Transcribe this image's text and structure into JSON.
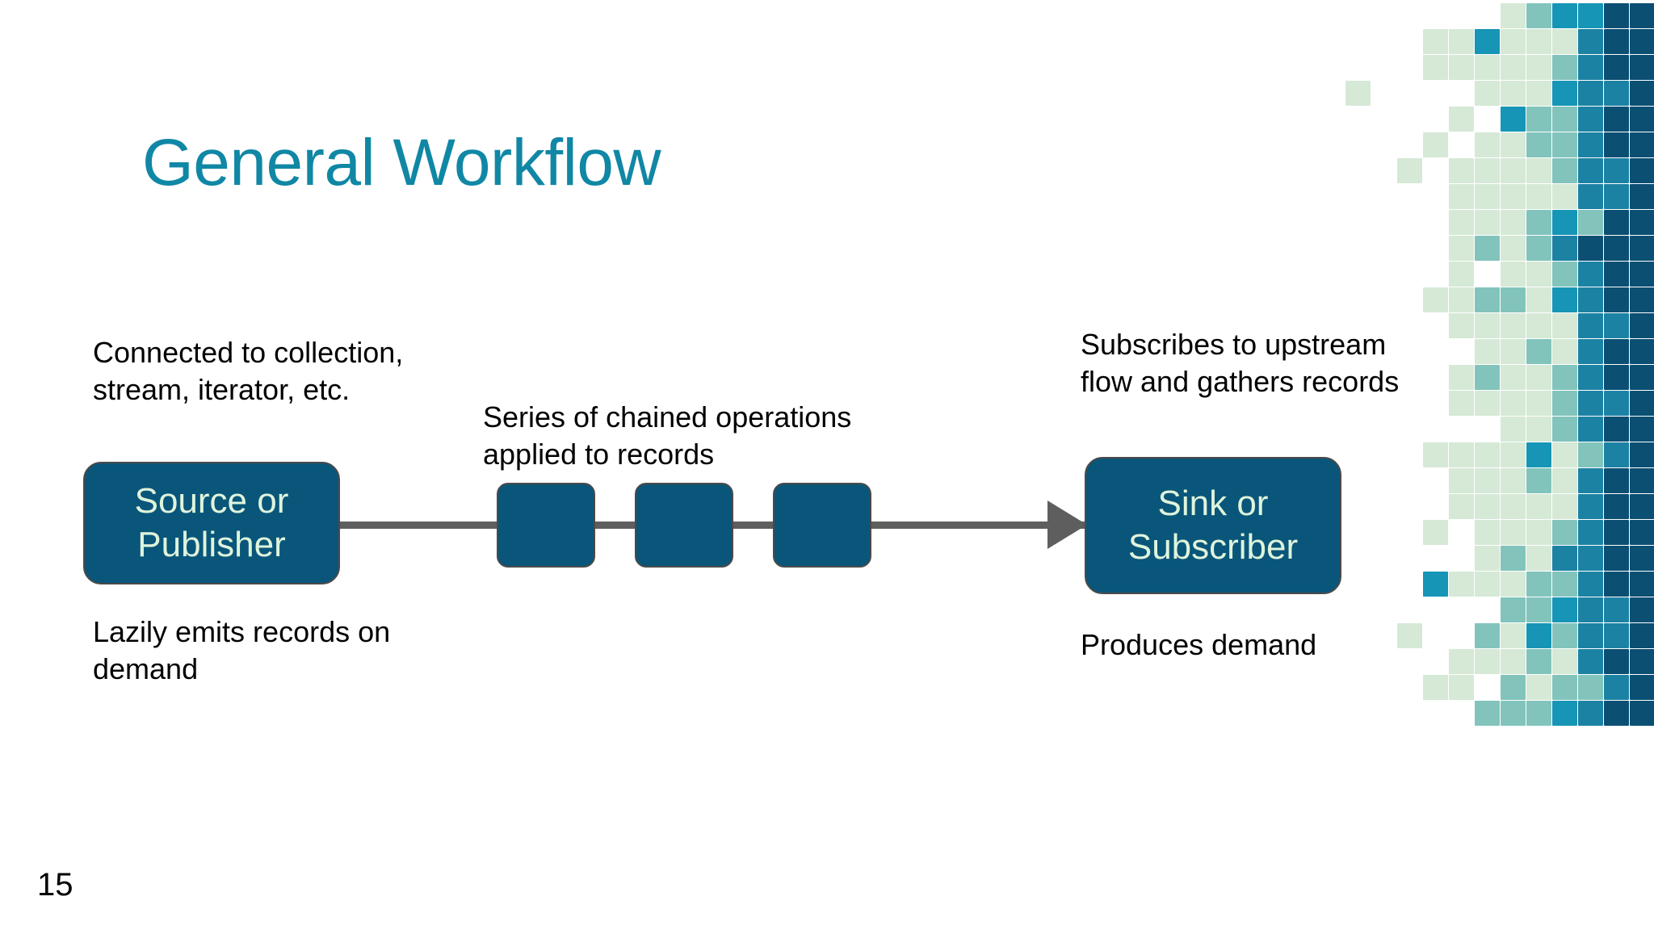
{
  "slide": {
    "title": "General Workflow",
    "number": "15",
    "background_color": "#FFFFFF",
    "title_color": "#1087A5"
  },
  "diagram": {
    "source_node": {
      "label": "Source or Publisher",
      "caption_above": "Connected to collection, stream, iterator, etc.",
      "caption_below": "Lazily emits records on demand",
      "fill_color": "#09567A",
      "text_color": "#DFF4DC"
    },
    "operations": {
      "caption": "Series of chained operations applied to records",
      "box_count": 3,
      "fill_color": "#09567A"
    },
    "sink_node": {
      "label": "Sink or Subscriber",
      "caption_above": "Subscribes to upstream flow and gathers records",
      "caption_below": "Produces demand",
      "fill_color": "#09567A",
      "text_color": "#DFF4DC"
    },
    "connector": {
      "color": "#5E5E5E",
      "direction": "left-to-right",
      "arrowhead": "right-triangle"
    }
  },
  "decoration": {
    "name": "mosaic-grid",
    "cell_size": 32,
    "palette": {
      "mint": "#D5E9D6",
      "mint_light": "#DDEEDC",
      "sea_green": "#82C4BC",
      "teal_bright": "#1695B6",
      "teal_mid": "#1C82A4",
      "teal_deep": "#12769B",
      "navy": "#0B4F73",
      "navy_dark": "#084868"
    },
    "grid": [
      [
        0,
        0,
        0,
        0,
        0,
        0,
        0,
        1,
        3,
        4,
        4,
        6,
        6
      ],
      [
        0,
        0,
        0,
        0,
        0,
        1,
        1,
        4,
        1,
        1,
        1,
        5,
        6,
        6
      ],
      [
        0,
        0,
        0,
        0,
        0,
        0,
        1,
        1,
        1,
        1,
        1,
        3,
        5,
        6,
        6
      ],
      [
        0,
        0,
        1,
        0,
        0,
        0,
        0,
        1,
        1,
        1,
        4,
        5,
        5,
        6
      ],
      [
        0,
        0,
        0,
        0,
        0,
        1,
        0,
        4,
        3,
        3,
        5,
        6,
        6
      ],
      [
        0,
        0,
        0,
        0,
        1,
        0,
        1,
        1,
        3,
        3,
        5,
        6,
        6
      ],
      [
        0,
        0,
        0,
        0,
        1,
        0,
        1,
        1,
        1,
        1,
        3,
        5,
        5,
        6
      ],
      [
        0,
        0,
        0,
        0,
        0,
        1,
        1,
        1,
        1,
        1,
        5,
        5,
        6
      ],
      [
        0,
        0,
        0,
        0,
        0,
        1,
        1,
        1,
        3,
        4,
        3,
        6,
        6
      ],
      [
        0,
        0,
        0,
        0,
        1,
        3,
        1,
        3,
        5,
        6,
        6,
        6
      ],
      [
        0,
        0,
        0,
        1,
        0,
        1,
        1,
        3,
        5,
        6,
        6
      ],
      [
        0,
        0,
        1,
        1,
        3,
        3,
        1,
        4,
        5,
        6,
        6
      ],
      [
        0,
        0,
        0,
        1,
        1,
        1,
        1,
        1,
        5,
        5,
        6
      ],
      [
        0,
        0,
        0,
        0,
        1,
        1,
        3,
        1,
        5,
        6,
        6
      ],
      [
        0,
        0,
        0,
        1,
        3,
        1,
        1,
        3,
        5,
        6,
        6
      ],
      [
        0,
        0,
        0,
        1,
        1,
        1,
        1,
        3,
        5,
        5,
        6
      ],
      [
        0,
        0,
        0,
        0,
        0,
        1,
        1,
        3,
        5,
        6,
        6
      ],
      [
        0,
        0,
        1,
        1,
        1,
        1,
        4,
        1,
        3,
        5,
        6
      ],
      [
        0,
        0,
        0,
        1,
        1,
        1,
        3,
        1,
        5,
        6,
        6
      ],
      [
        0,
        0,
        0,
        1,
        1,
        1,
        1,
        1,
        5,
        6,
        6
      ],
      [
        0,
        0,
        1,
        0,
        1,
        1,
        1,
        3,
        5,
        6,
        6
      ],
      [
        0,
        0,
        0,
        0,
        1,
        3,
        1,
        5,
        5,
        6,
        6
      ],
      [
        0,
        0,
        4,
        1,
        1,
        1,
        3,
        3,
        5,
        6,
        6
      ],
      [
        0,
        0,
        0,
        0,
        0,
        3,
        3,
        4,
        5,
        5,
        6
      ],
      [
        0,
        1,
        0,
        0,
        3,
        1,
        4,
        3,
        5,
        5,
        6
      ],
      [
        0,
        0,
        0,
        1,
        1,
        1,
        3,
        1,
        5,
        6,
        6
      ],
      [
        0,
        0,
        1,
        1,
        0,
        3,
        1,
        3,
        3,
        5,
        6
      ],
      [
        0,
        0,
        0,
        0,
        3,
        3,
        3,
        4,
        5,
        6,
        6
      ]
    ]
  }
}
